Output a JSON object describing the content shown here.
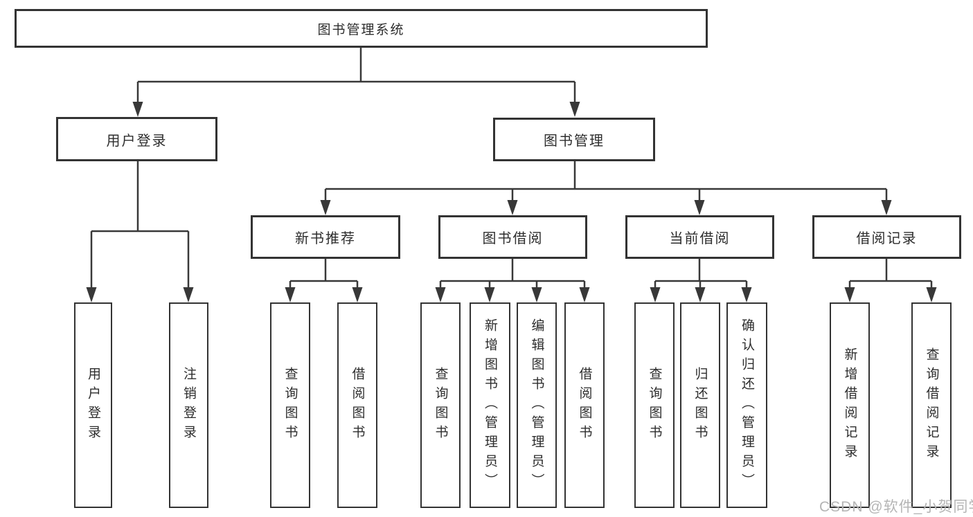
{
  "watermark": "CSDN @软件_小贺同学",
  "colors": {
    "line": "#383838",
    "border": "#333333",
    "text": "#2d2d2d",
    "watermark": "#b5b5b5",
    "background": "#ffffff"
  },
  "tree": {
    "root": {
      "label": "图书管理系统",
      "children": [
        {
          "label": "用户登录",
          "children": [
            {
              "label": "用户登录"
            },
            {
              "label": "注销登录"
            }
          ]
        },
        {
          "label": "图书管理",
          "children": [
            {
              "label": "新书推荐",
              "children": [
                {
                  "label": "查询图书"
                },
                {
                  "label": "借阅图书"
                }
              ]
            },
            {
              "label": "图书借阅",
              "children": [
                {
                  "label": "查询图书"
                },
                {
                  "label": "新增图书（管理员）"
                },
                {
                  "label": "编辑图书（管理员）"
                },
                {
                  "label": "借阅图书"
                }
              ]
            },
            {
              "label": "当前借阅",
              "children": [
                {
                  "label": "查询图书"
                },
                {
                  "label": "归还图书"
                },
                {
                  "label": "确认归还（管理员）"
                }
              ]
            },
            {
              "label": "借阅记录",
              "children": [
                {
                  "label": "新增借阅记录"
                },
                {
                  "label": "查询借阅记录"
                }
              ]
            }
          ]
        }
      ]
    }
  }
}
